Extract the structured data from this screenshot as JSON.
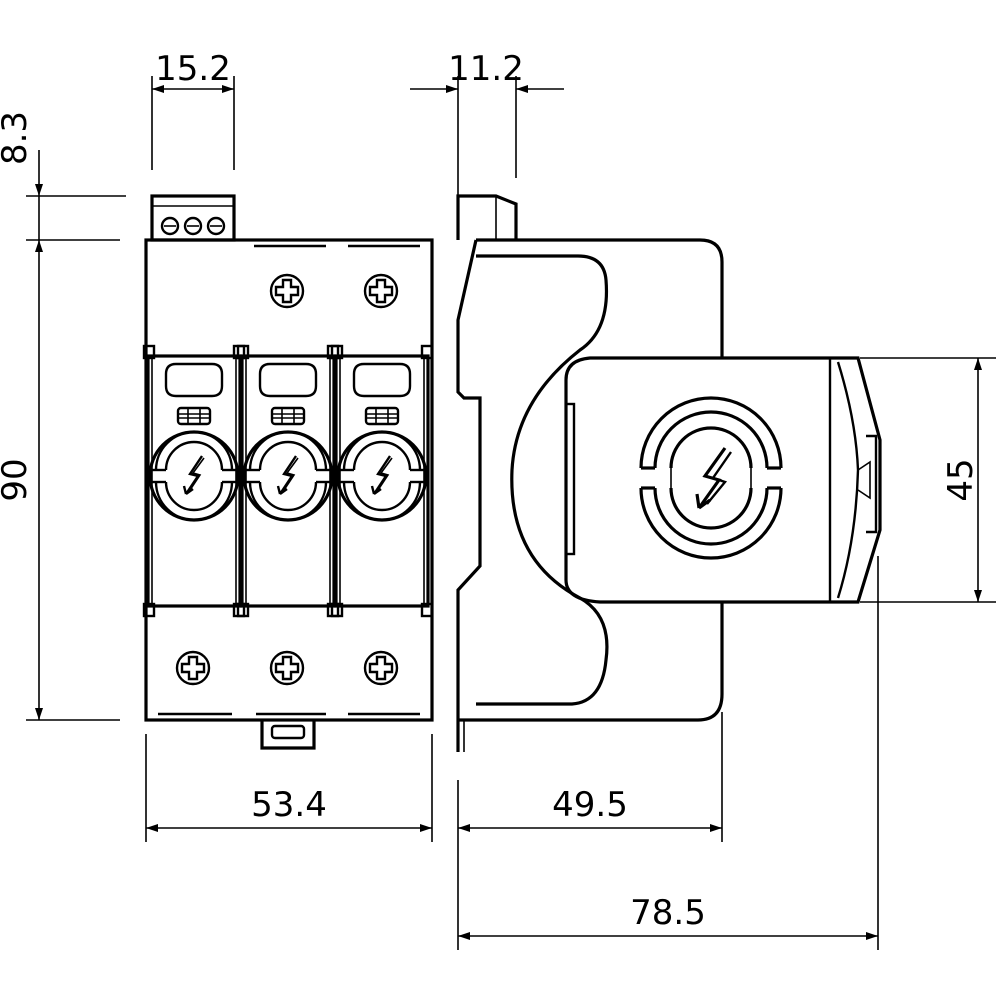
{
  "dimensions": {
    "top_left_width": "15.2",
    "top_right_width": "11.2",
    "top_height": "8.3",
    "total_height": "90",
    "front_width": "53.4",
    "side_depth_short": "49.5",
    "side_depth_total": "78.5",
    "module_height": "45"
  },
  "icons": {
    "surge_symbol": "lightning-bolt-in-broken-circle",
    "screw": "cross-head-screw"
  }
}
